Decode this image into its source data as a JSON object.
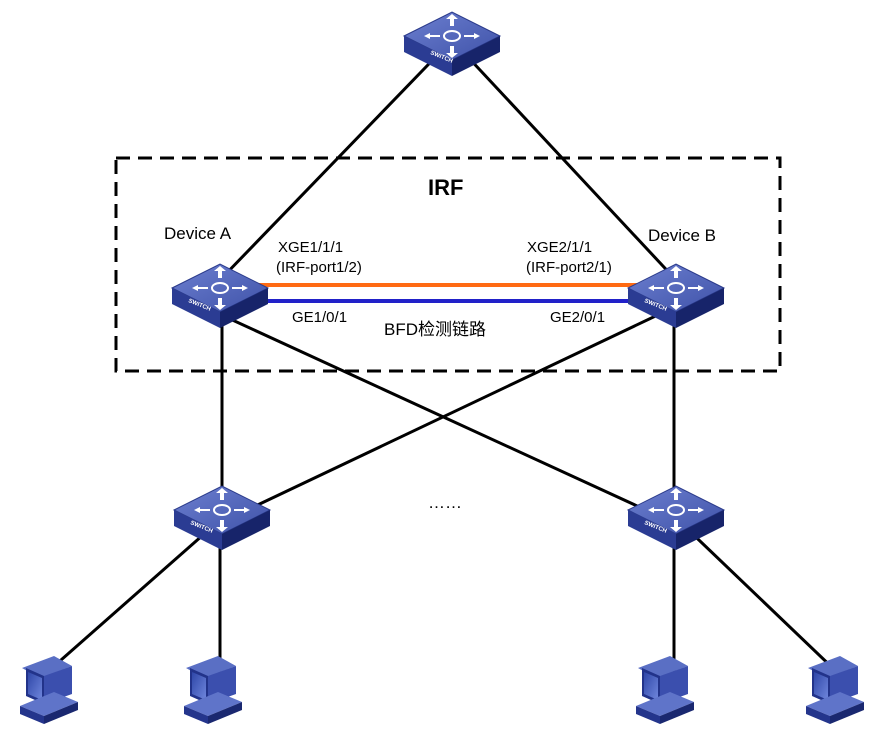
{
  "irf": {
    "title": "IRF"
  },
  "devices": {
    "a": {
      "name": "Device A",
      "port_main": "XGE1/1/1",
      "port_irf": "(IRF-port1/2)",
      "port_bfd": "GE1/0/1"
    },
    "b": {
      "name": "Device B",
      "port_main": "XGE2/1/1",
      "port_irf": "(IRF-port2/1)",
      "port_bfd": "GE2/0/1"
    }
  },
  "bfd_link": {
    "label": "BFD检测链路"
  },
  "ellipsis": "……",
  "switch_label": "SWITCH",
  "icons": {
    "switch": "switch-icon",
    "host": "computer-icon"
  },
  "colors": {
    "irf_link": "#ff6a13",
    "bfd_link": "#2121c9",
    "device_top": "#4b60b7",
    "device_side": "#1c2c7a",
    "cables": "#000000",
    "irf_frame": "#000000"
  }
}
